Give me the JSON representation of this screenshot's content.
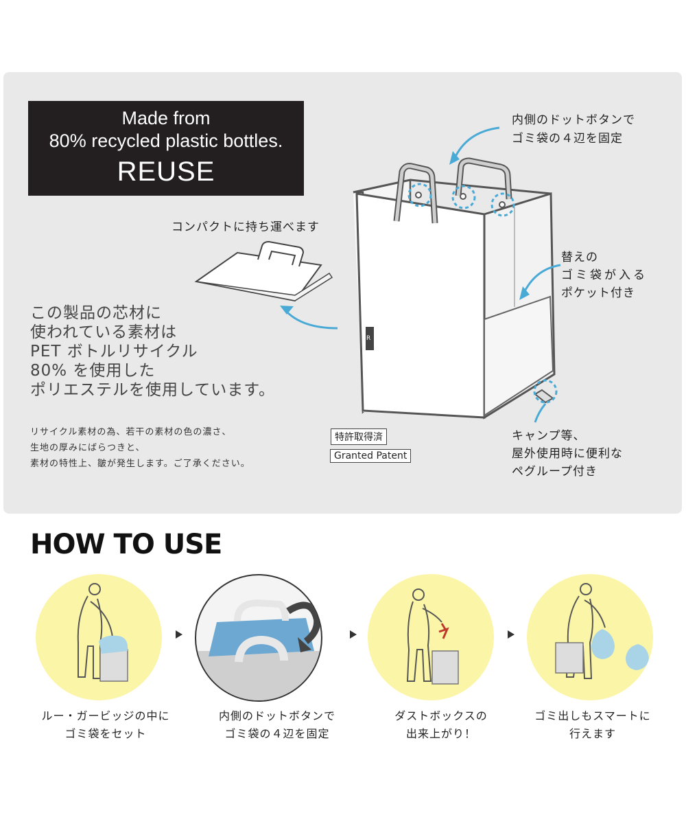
{
  "reuse": {
    "line1": "Made from",
    "line2": "80% recycled plastic bottles.",
    "line3": "REUSE"
  },
  "callouts": {
    "dot_button": [
      "内側のドットボタンで",
      "ゴミ袋の４辺を固定"
    ],
    "compact": "コンパクトに持ち運べます",
    "pocket": [
      "替えの",
      "ゴミ袋が入る",
      "ポケット付き"
    ],
    "peg_loop": [
      "キャンプ等、",
      "屋外使用時に便利な",
      "ペグループ付き"
    ]
  },
  "material_text": [
    "この製品の芯材に",
    "使われている素材は",
    "PET ボトルリサイクル",
    "80% を使用した",
    "ポリエステルを使用しています。"
  ],
  "note_text": [
    "リサイクル素材の為、若干の素材の色の濃さ、",
    "生地の厚みにばらつきと、",
    "素材の特性上、皺が発生します。ご了承ください。"
  ],
  "badges": {
    "patent_jp": "特許取得済",
    "patent_en": "Granted Patent"
  },
  "bag_tag": "R",
  "how_to_use": {
    "title": "HOW TO USE",
    "steps": [
      {
        "caption": [
          "ルー・ガービッジの中に",
          "ゴミ袋をセット"
        ]
      },
      {
        "caption": [
          "内側のドットボタンで",
          "ゴミ袋の４辺を固定"
        ]
      },
      {
        "caption": [
          "ダストボックスの",
          "出来上がり！"
        ]
      },
      {
        "caption": [
          "ゴミ出しもスマートに",
          "行えます"
        ]
      }
    ]
  },
  "colors": {
    "panel_bg": "#e9e9ea",
    "accent_blue": "#4aaad6",
    "step_yellow": "#fbf5a8",
    "bag_blue": "#a9d3e6",
    "dark": "#231f20"
  }
}
